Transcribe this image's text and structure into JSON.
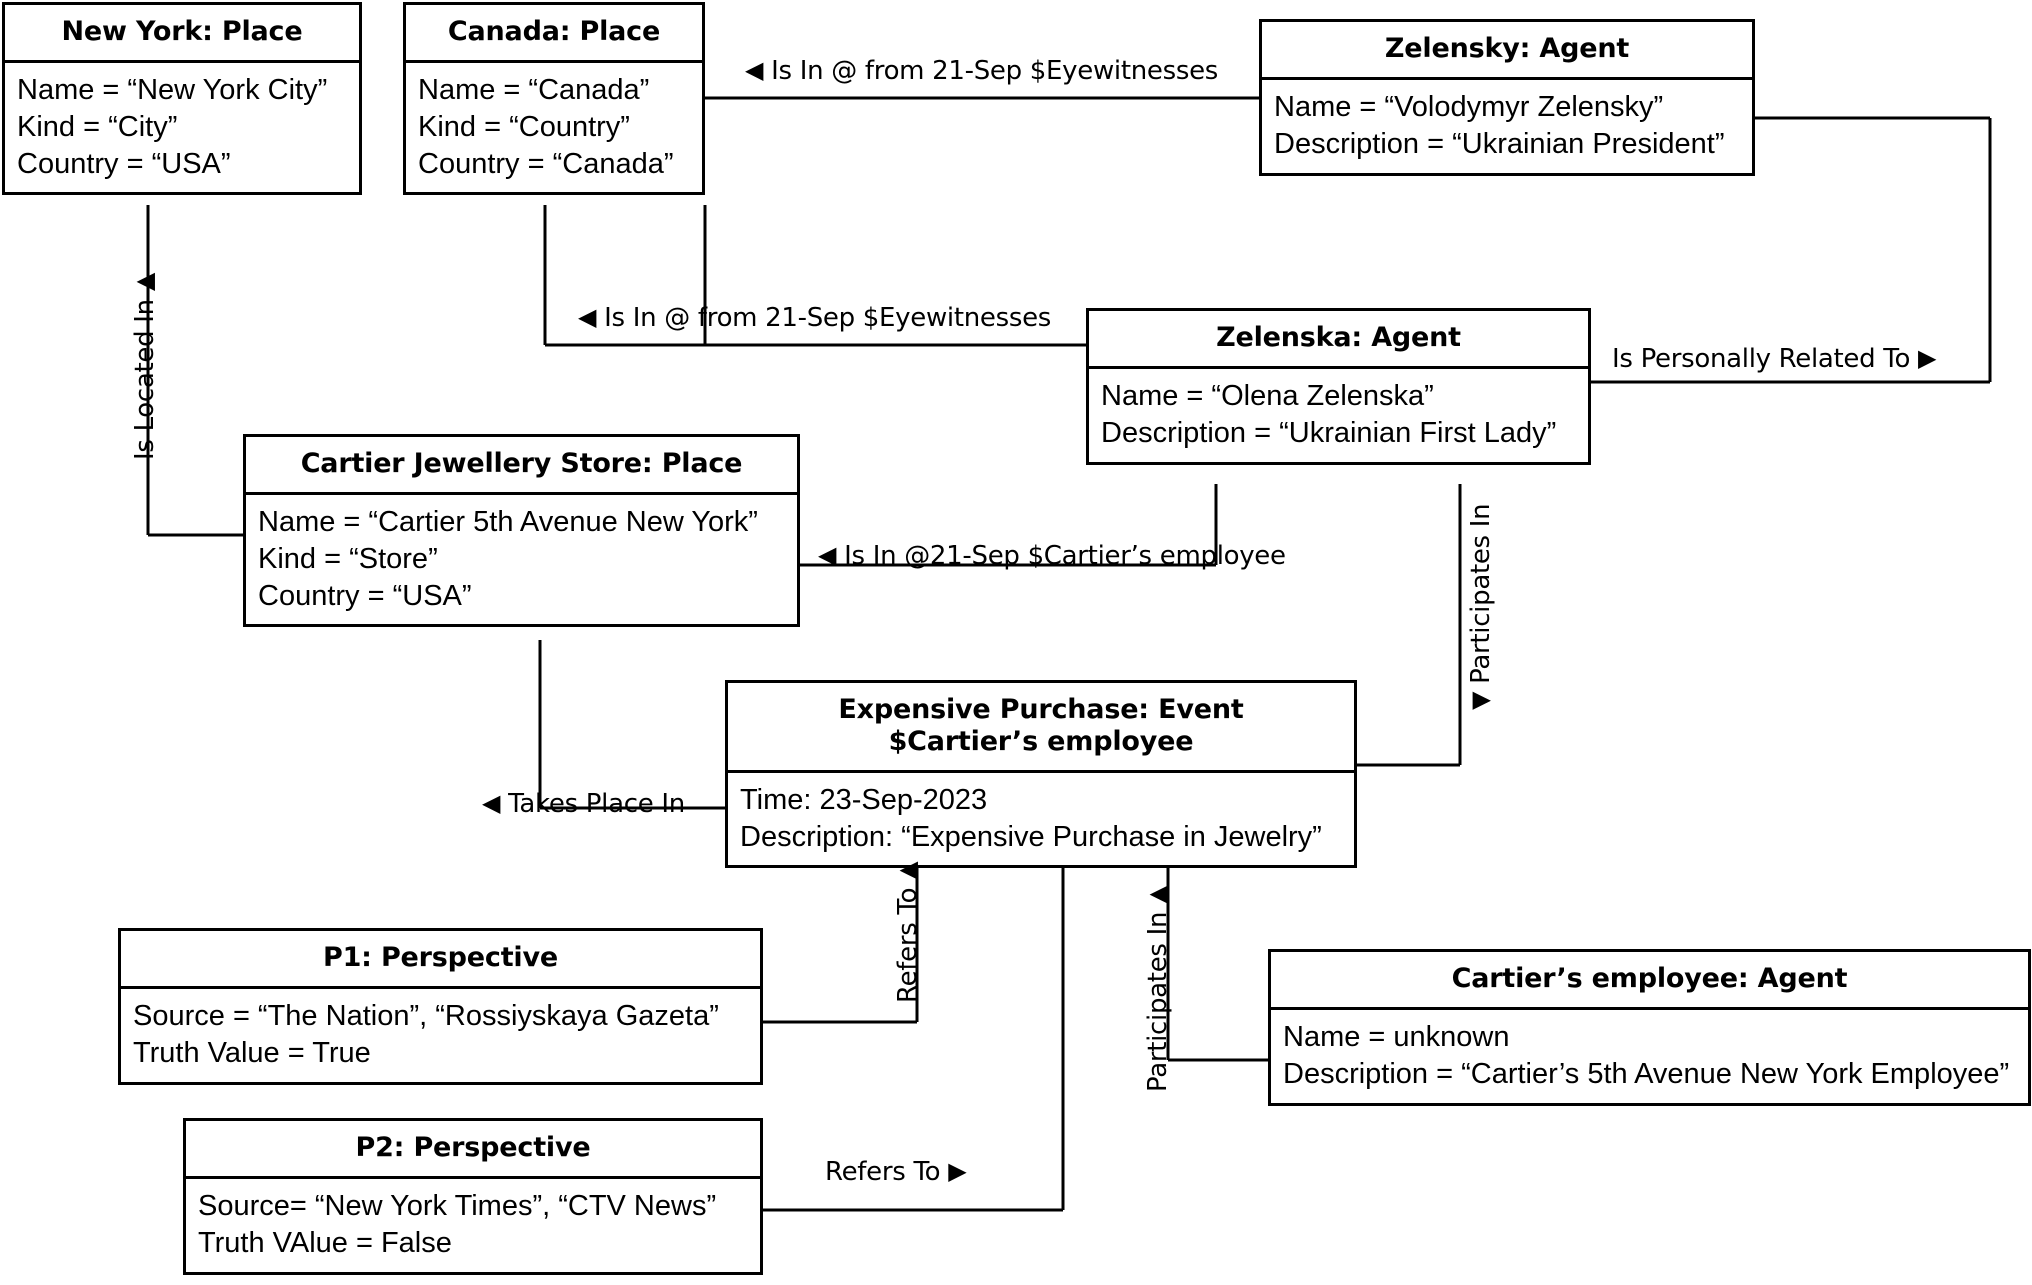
{
  "diagram": {
    "title": "Entity-relationship instance diagram",
    "nodes": [
      {
        "id": "new-york",
        "header": "New York: Place",
        "attributes": [
          "Name = “New York City”",
          "Kind = “City”",
          "Country = “USA”"
        ]
      },
      {
        "id": "canada",
        "header": "Canada: Place",
        "attributes": [
          "Name = “Canada”",
          "Kind = “Country”",
          "Country = “Canada”"
        ]
      },
      {
        "id": "zelensky",
        "header": "Zelensky: Agent",
        "attributes": [
          "Name = “Volodymyr Zelensky”",
          "Description = “Ukrainian President”"
        ]
      },
      {
        "id": "zelenska",
        "header": "Zelenska: Agent",
        "attributes": [
          "Name = “Olena Zelenska”",
          "Description = “Ukrainian First Lady”"
        ]
      },
      {
        "id": "cartier-store",
        "header": "Cartier Jewellery Store: Place",
        "attributes": [
          "Name = “Cartier 5th Avenue New York”",
          "Kind = “Store”",
          "Country = “USA”"
        ]
      },
      {
        "id": "expensive-purchase",
        "header": "Expensive Purchase: Event",
        "header2": "$Cartier’s employee",
        "attributes": [
          "Time: 23-Sep-2023",
          "Description: “Expensive Purchase in Jewelry”"
        ]
      },
      {
        "id": "p1",
        "header": "P1: Perspective",
        "attributes": [
          "Source = “The Nation”, “Rossiyskaya Gazeta”",
          "Truth Value = True"
        ]
      },
      {
        "id": "p2",
        "header": "P2:  Perspective",
        "attributes": [
          "Source= “New York Times”, “CTV News”",
          "Truth VAlue = False"
        ]
      },
      {
        "id": "cartier-employee",
        "header": "Cartier’s employee: Agent",
        "attributes": [
          "Name = unknown",
          "Description = “Cartier’s 5th Avenue New York Employee”"
        ]
      }
    ],
    "edges": [
      {
        "id": "canada-zelensky",
        "label": "Is In @ from 21-Sep $Eyewitnesses",
        "arrow": "◀",
        "arrow_side": "left",
        "orientation": "horizontal"
      },
      {
        "id": "canada-zelenska",
        "label": "Is In @ from 21-Sep $Eyewitnesses",
        "arrow": "◀",
        "arrow_side": "left",
        "orientation": "horizontal"
      },
      {
        "id": "zelensky-zelenska",
        "label": "Is Personally Related To",
        "arrow": "▶",
        "arrow_side": "right",
        "orientation": "horizontal"
      },
      {
        "id": "store-zelenska",
        "label": "Is In @21-Sep $Cartier’s employee",
        "arrow": "◀",
        "arrow_side": "left",
        "orientation": "horizontal"
      },
      {
        "id": "store-newyork",
        "label": "Is Located In",
        "arrow": "▲",
        "arrow_side": "top",
        "orientation": "vertical"
      },
      {
        "id": "event-store",
        "label": "Takes Place In",
        "arrow": "◀",
        "arrow_side": "left",
        "orientation": "horizontal"
      },
      {
        "id": "zelenska-event",
        "label": "Participates In",
        "arrow": "▼",
        "arrow_side": "bottom",
        "orientation": "vertical"
      },
      {
        "id": "p1-event",
        "label": "Refers To",
        "arrow": "▲",
        "arrow_side": "top",
        "orientation": "vertical"
      },
      {
        "id": "employee-event",
        "label": "Participates In",
        "arrow": "▲",
        "arrow_side": "top",
        "orientation": "vertical"
      },
      {
        "id": "p2-event",
        "label": "Refers To",
        "arrow": "▶",
        "arrow_side": "right",
        "orientation": "horizontal"
      }
    ]
  },
  "colors": {
    "stroke": "#000000",
    "fill": "#ffffff",
    "text": "#000000"
  }
}
